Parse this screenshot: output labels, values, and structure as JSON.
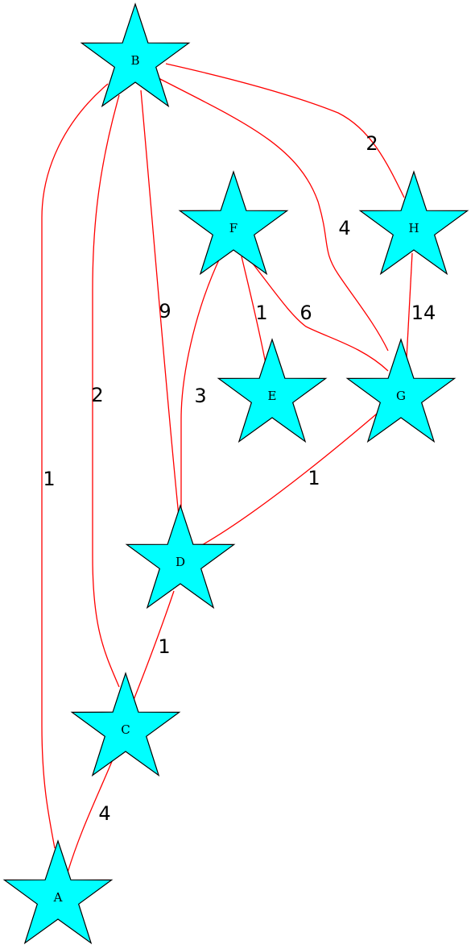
{
  "colors": {
    "node_fill": "#00ffff",
    "node_stroke": "#000000",
    "edge": "#ff0000",
    "background": "#ffffff"
  },
  "node_shape": "star",
  "nodes": [
    {
      "id": "A",
      "label": "A"
    },
    {
      "id": "B",
      "label": "B"
    },
    {
      "id": "C",
      "label": "C"
    },
    {
      "id": "D",
      "label": "D"
    },
    {
      "id": "E",
      "label": "E"
    },
    {
      "id": "F",
      "label": "F"
    },
    {
      "id": "G",
      "label": "G"
    },
    {
      "id": "H",
      "label": "H"
    }
  ],
  "edges": [
    {
      "id": "B-A",
      "from": "B",
      "to": "A",
      "weight": "1"
    },
    {
      "id": "B-C",
      "from": "B",
      "to": "C",
      "weight": "2"
    },
    {
      "id": "B-D",
      "from": "B",
      "to": "D",
      "weight": "9"
    },
    {
      "id": "B-G",
      "from": "B",
      "to": "G",
      "weight": "4"
    },
    {
      "id": "B-H",
      "from": "B",
      "to": "H",
      "weight": "2"
    },
    {
      "id": "F-D",
      "from": "F",
      "to": "D",
      "weight": "3"
    },
    {
      "id": "F-E",
      "from": "F",
      "to": "E",
      "weight": "1"
    },
    {
      "id": "F-G",
      "from": "F",
      "to": "G",
      "weight": "6"
    },
    {
      "id": "H-G",
      "from": "H",
      "to": "G",
      "weight": "14"
    },
    {
      "id": "G-D",
      "from": "G",
      "to": "D",
      "weight": "1"
    },
    {
      "id": "D-C",
      "from": "D",
      "to": "C",
      "weight": "1"
    },
    {
      "id": "C-A",
      "from": "C",
      "to": "A",
      "weight": "4"
    }
  ]
}
